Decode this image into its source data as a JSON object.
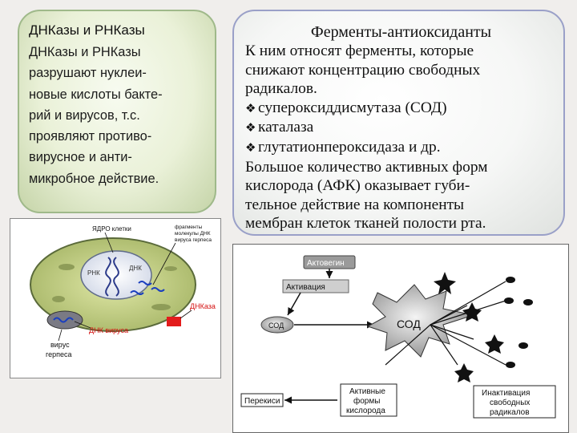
{
  "left_card": {
    "title": "ДНКазы и РНКазы",
    "lines": [
      "ДНКазы и РНКазы",
      "разрушают нуклеи-",
      "новые кислоты бакте-",
      "рий и вирусов, т.с.",
      "проявляют противо-",
      "вирусное и анти-",
      "микробное действие."
    ]
  },
  "right_card": {
    "title": "Ферменты-антиоксиданты",
    "lines": [
      {
        "text": "К ним относят ферменты, которые",
        "bullet": false
      },
      {
        "text": "снижают концентрацию свободных",
        "bullet": false
      },
      {
        "text": "радикалов.",
        "bullet": false
      },
      {
        "text": "супероксиддисмутаза (СОД)",
        "bullet": true
      },
      {
        "text": "каталаза",
        "bullet": true
      },
      {
        "text": "глутатионпероксидаза и др.",
        "bullet": true
      },
      {
        "text": "Большое количество активных форм",
        "bullet": false
      },
      {
        "text": "кислорода (АФК) оказывает губи-",
        "bullet": false
      },
      {
        "text": "тельное действие на компоненты",
        "bullet": false
      },
      {
        "text": "мембран клеток тканей полости рта.",
        "bullet": false
      }
    ],
    "bullet_glyph": "❖"
  },
  "cell_diagram": {
    "nucleus_label": "ЯДРО клетки",
    "fragments_label": [
      "фрагменты",
      "молекулы ДНК",
      "вируса герпеса"
    ],
    "rnk_label": "РНК",
    "dnk_label": "ДНК",
    "dnkaza_label": "ДНКаза",
    "virus_dna_label": "ДНК вируса",
    "virus_label": [
      "вирус",
      "герпеса"
    ]
  },
  "scheme": {
    "actovegin": "Актовегин",
    "activation": "Активация",
    "sod_small": "СОД",
    "sod_big": "СОД",
    "peroxides": "Перекиси",
    "afk": [
      "Активные",
      "формы",
      "кислорода"
    ],
    "inactivation": [
      "Инактивация",
      "свободных",
      "радикалов"
    ]
  }
}
